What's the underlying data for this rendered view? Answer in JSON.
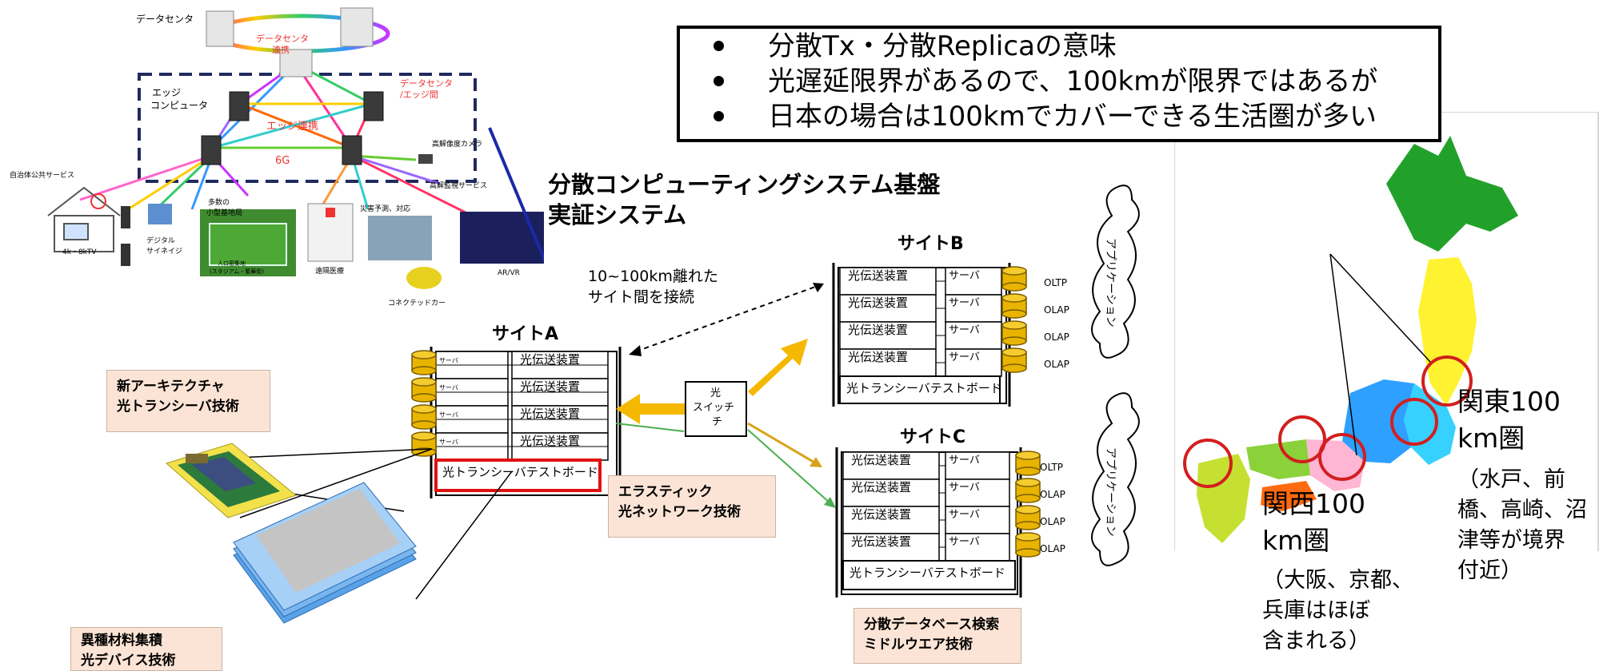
{
  "bullets": [
    "分散Tx・分散Replicaの意味",
    "光遅延限界があるので、100kmが限界ではあるが",
    "日本の場合は100kmでカバーできる生活圏が多い"
  ],
  "main_title": [
    "分散コンピューティングシステム基盤",
    "実証システム"
  ],
  "distance_note": [
    "10~100km離れた",
    "サイト間を接続"
  ],
  "sites": {
    "a": "サイトA",
    "b": "サイトB",
    "c": "サイトC"
  },
  "optical_switch": [
    "光",
    "スイッチ"
  ],
  "tech_labels": {
    "new_arch": [
      "新アーキテクチャ",
      "光トランシーバ技術"
    ],
    "hetero": [
      "異種材料集積",
      "光デバイス技術"
    ],
    "elastic": [
      "エラスティック",
      "光ネットワーク技術"
    ],
    "db_middle": [
      "分散データベース検索",
      "ミドルウエア技術"
    ]
  },
  "rack": {
    "optical_unit": "光伝送装置",
    "testbed": "光トランシーバテストボード",
    "server": "サーバ",
    "app": "アプリケーション"
  },
  "workloads_b": [
    "OLTP",
    "OLAP",
    "OLAP",
    "OLAP"
  ],
  "workloads_c": [
    "OLTP",
    "OLAP",
    "OLAP",
    "OLAP"
  ],
  "network_labels": {
    "datacenter": "データセンタ",
    "dc_link": [
      "データセンタ",
      "連携"
    ],
    "dc_edge": [
      "データセンタ",
      "/エッジ間"
    ],
    "edge_computer": [
      "エッジ",
      "コンピュータ"
    ],
    "edge_link": "エッジ連携",
    "sixg": "6G",
    "hires_camera": "高解像度カメラ",
    "monitoring": "高解監視サービス",
    "auto_service": "自治体公共サービス",
    "tv": "4k・8kTV",
    "signage": [
      "デジタル",
      "サイネイジ"
    ],
    "stations": [
      "多数の",
      "小型基地局"
    ],
    "stadium": [
      "人口密集地",
      "(スタジアム・繁華街)"
    ],
    "medical": "遠隔医療",
    "disaster": "災害予測、対応",
    "car": "コネクテッドカー",
    "arvr": "AR/VR"
  },
  "map": {
    "kanto": [
      "関東100",
      "km圏"
    ],
    "kanto_note": [
      "（水戸、前",
      "橋、高崎、沼",
      "津等が境界",
      "付近）"
    ],
    "kansai": [
      "関西100",
      "km圏"
    ],
    "kansai_note": [
      "（大阪、京都、",
      "兵庫はほぼ",
      "含まれる）"
    ]
  },
  "colors": {
    "dashed_border": "#1f2a5e",
    "arrow_blue": "#1a2aa6",
    "arrow_yellow": "#f5b800",
    "arrow_orange": "#d9a21a",
    "arrow_green": "#4caf50",
    "circle_red": "#d21f1f",
    "testbed_red": "#e01010",
    "tan_bg": "#fbe4d5",
    "db_gold": "#e8b400"
  }
}
